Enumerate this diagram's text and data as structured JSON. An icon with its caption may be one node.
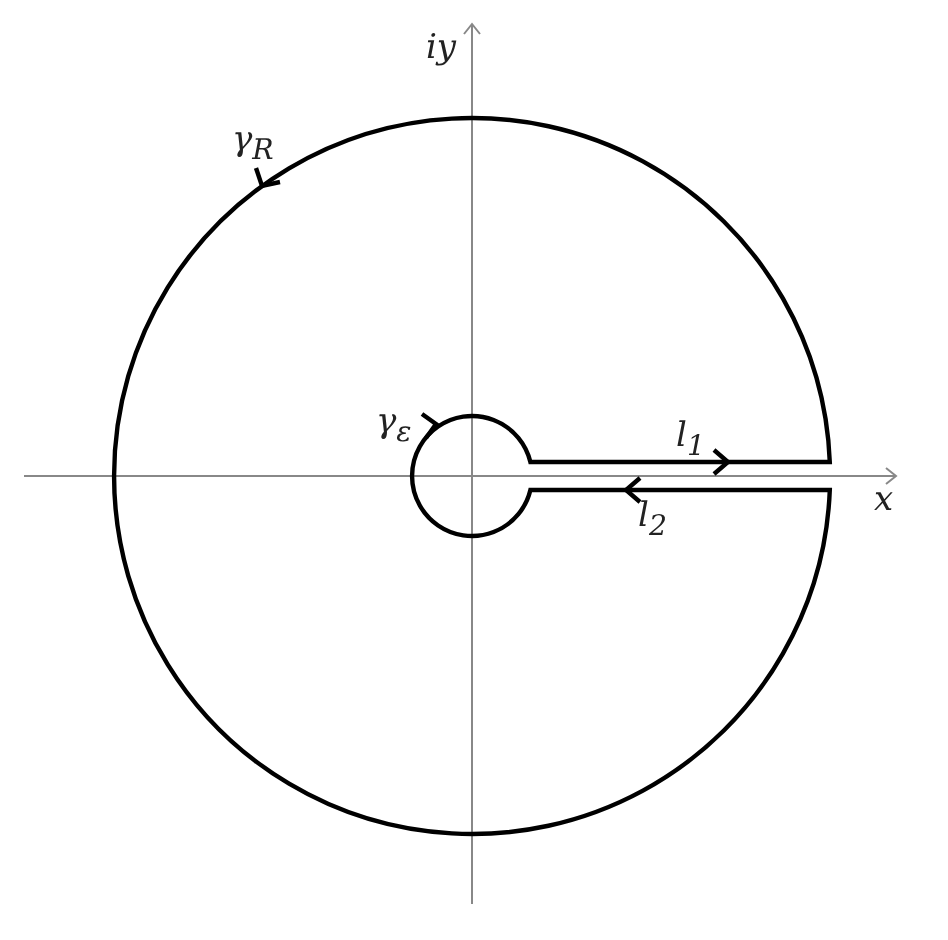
{
  "diagram": {
    "labels": [
      "iy",
      "γ$_{R}$",
      "γ$_{ε}$",
      "l$_{1}$",
      "x",
      "l$_{2}$"
    ]
  }
}
